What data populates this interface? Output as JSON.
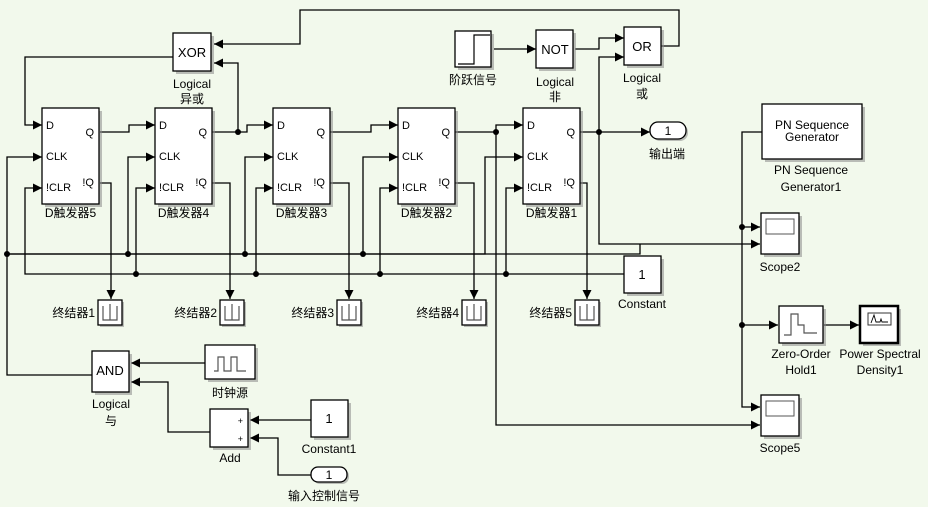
{
  "diagram": {
    "background": "#F2F9EC",
    "flipflops": [
      {
        "id": "ff5",
        "name": "D触发器5"
      },
      {
        "id": "ff4",
        "name": "D触发器4"
      },
      {
        "id": "ff3",
        "name": "D触发器3"
      },
      {
        "id": "ff2",
        "name": "D触发器2"
      },
      {
        "id": "ff1",
        "name": "D触发器1"
      }
    ],
    "flipflop_ports": {
      "d": "D",
      "clk": "CLK",
      "clr": "!CLR",
      "q": "Q",
      "nq": "!Q"
    },
    "xor": {
      "inner": "XOR",
      "label1": "Logical",
      "label2": "异或"
    },
    "not": {
      "inner": "NOT",
      "label1": "Logical",
      "label2": "非"
    },
    "or": {
      "inner": "OR",
      "label1": "Logical",
      "label2": "或"
    },
    "and": {
      "inner": "AND",
      "label1": "Logical",
      "label2": "与"
    },
    "step": {
      "label": "阶跃信号",
      "icon": "step-icon"
    },
    "outport": {
      "value": "1",
      "label": "输出端"
    },
    "inport": {
      "value": "1",
      "label": "输入控制信号"
    },
    "terminators": [
      {
        "label": "终结器1"
      },
      {
        "label": "终结器2"
      },
      {
        "label": "终结器3"
      },
      {
        "label": "终结器4"
      },
      {
        "label": "终结器5"
      }
    ],
    "constant": {
      "value": "1",
      "label": "Constant"
    },
    "constant1": {
      "value": "1",
      "label": "Constant1"
    },
    "clock": {
      "label": "时钟源",
      "icon": "pulse-icon"
    },
    "add": {
      "label": "Add",
      "sign1": "+",
      "sign2": "+"
    },
    "pn": {
      "inner1": "PN Sequence",
      "inner2": "Generator",
      "label1": "PN Sequence",
      "label2": "Generator1"
    },
    "scope2": {
      "label": "Scope2"
    },
    "scope5": {
      "label": "Scope5"
    },
    "zoh": {
      "label1": "Zero-Order",
      "label2": "Hold1"
    },
    "psd": {
      "label1": "Power Spectral",
      "label2": "Density1"
    }
  }
}
